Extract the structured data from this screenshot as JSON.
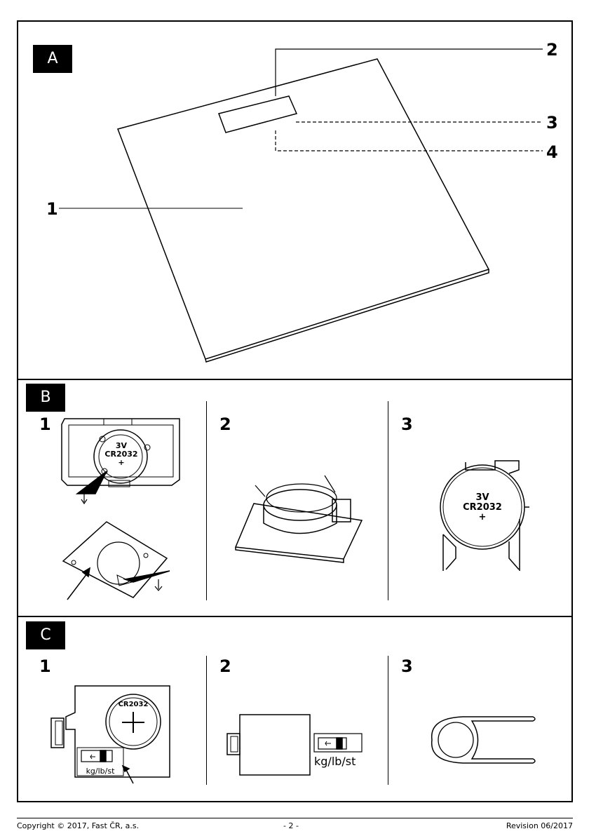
{
  "sections": {
    "a": {
      "tag": "A",
      "callouts": [
        "1",
        "2",
        "3",
        "4"
      ]
    },
    "b": {
      "tag": "B",
      "steps": [
        "1",
        "2",
        "3"
      ],
      "battery_volt": "3V",
      "battery_type": "CR2032",
      "battery_plus": "+"
    },
    "c": {
      "tag": "C",
      "steps": [
        "1",
        "2",
        "3"
      ],
      "battery_type": "CR2032",
      "unit_label": "kg/lb/st"
    }
  },
  "footer": {
    "copyright": "Copyright © 2017, Fast ČR, a.s.",
    "page": "- 2 -",
    "revision": "Revision 06/2017"
  }
}
